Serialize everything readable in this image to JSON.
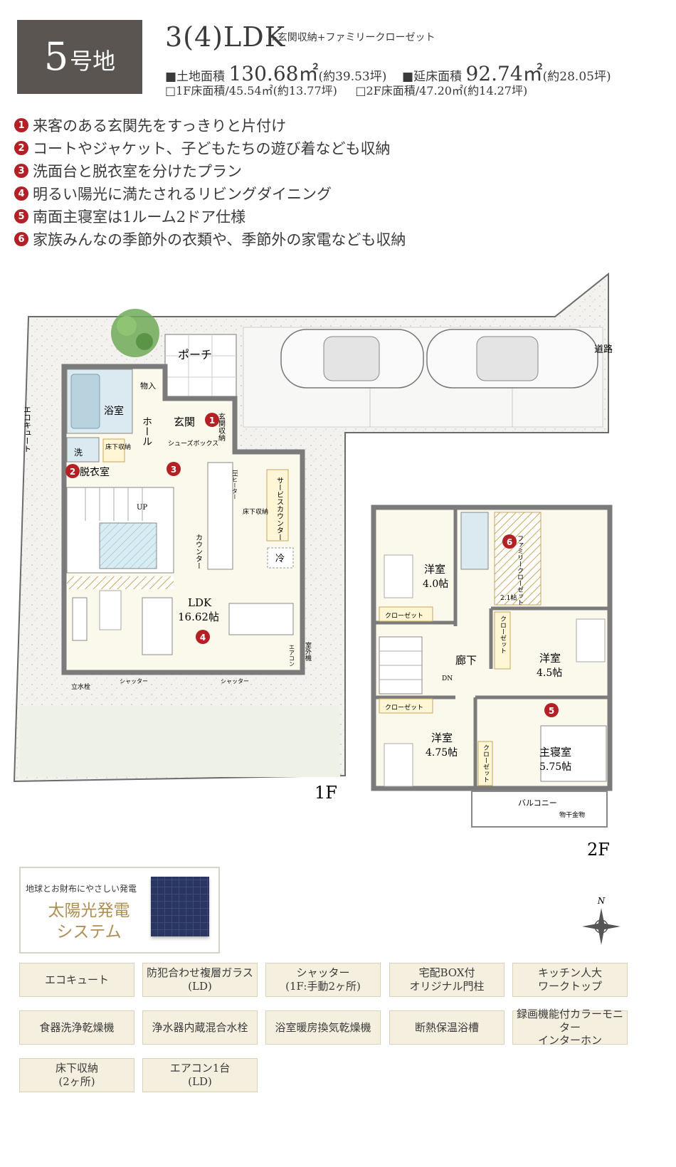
{
  "header": {
    "lot_number": "5",
    "lot_suffix": "号地",
    "layout": "3(4)LDK",
    "layout_extra": "+玄関収納+ファミリークローゼット",
    "land_area_label": "■土地面積",
    "land_area_value": "130.68㎡",
    "land_area_tsubo": "(約39.53坪)",
    "floor_area_label": "■延床面積",
    "floor_area_value": "92.74㎡",
    "floor_area_tsubo": "(約28.05坪)",
    "floor1_area": "□1F床面積/45.54㎡(約13.77坪)",
    "floor2_area": "□2F床面積/47.20㎡(約14.27坪)"
  },
  "features": [
    {
      "num": "1",
      "text": "来客のある玄関先をすっきりと片付け"
    },
    {
      "num": "2",
      "text": "コートやジャケット、子どもたちの遊び着なども収納"
    },
    {
      "num": "3",
      "text": "洗面台と脱衣室を分けたプラン"
    },
    {
      "num": "4",
      "text": "明るい陽光に満たされるリビングダイニング"
    },
    {
      "num": "5",
      "text": "南面主寝室は1ルーム2ドア仕様"
    },
    {
      "num": "6",
      "text": "家族みんなの季節外の衣類や、季節外の家電なども収納"
    }
  ],
  "plan_1f": {
    "floor_label": "1F",
    "road": "道路",
    "porch": "ポーチ",
    "ecocute": "エコキュート",
    "bath": "浴室",
    "storage": "物入",
    "hall": "ホール",
    "entrance": "玄関",
    "entrance_storage": "玄関収納",
    "shoebox": "シューズボックス",
    "wash": "洗",
    "underfloor": "床下収納",
    "dressing": "脱衣室",
    "up": "UP",
    "counter": "カウンター",
    "ih": "IHヒーター",
    "service_counter": "サービスカウンター",
    "underfloor2": "床下収納",
    "fridge": "冷",
    "ldk": "LDK",
    "ldk_size": "16.62帖",
    "aircon": "エアコン",
    "outdoor_unit": "室外機",
    "shutter1": "シャッター",
    "shutter2": "シャッター",
    "faucet": "立水栓",
    "marker1": "1",
    "marker2": "2",
    "marker3": "3",
    "marker4": "4"
  },
  "plan_2f": {
    "floor_label": "2F",
    "room_a": "洋室",
    "room_a_size": "4.0帖",
    "closet_a": "クローゼット",
    "family_closet": "ファミリークローゼット",
    "family_closet_size": "2.1帖",
    "closet_b": "クローゼット",
    "room_b": "洋室",
    "room_b_size": "4.5帖",
    "corridor": "廊下",
    "dn": "DN",
    "closet_c": "クローゼット",
    "room_c": "洋室",
    "room_c_size": "4.75帖",
    "closet_d": "クローゼット",
    "master": "主寝室",
    "master_size": "5.75帖",
    "balcony": "バルコニー",
    "drying": "物干金物",
    "marker5": "5",
    "marker6": "6"
  },
  "compass": "N",
  "solar": {
    "caption": "地球とお財布にやさしい発電",
    "title_1": "太陽光発電",
    "title_2": "システム"
  },
  "equipment": [
    {
      "l1": "エコキュート",
      "l2": ""
    },
    {
      "l1": "防犯合わせ複層ガラス",
      "l2": "(LD)"
    },
    {
      "l1": "シャッター",
      "l2": "(1F:手動2ヶ所)"
    },
    {
      "l1": "宅配BOX付",
      "l2": "オリジナル門柱"
    },
    {
      "l1": "キッチン人大",
      "l2": "ワークトップ"
    },
    {
      "l1": "食器洗浄乾燥機",
      "l2": ""
    },
    {
      "l1": "浄水器内蔵混合水栓",
      "l2": ""
    },
    {
      "l1": "浴室暖房換気乾燥機",
      "l2": ""
    },
    {
      "l1": "断熱保温浴槽",
      "l2": ""
    },
    {
      "l1": "録画機能付カラーモニター",
      "l2": "インターホン"
    },
    {
      "l1": "床下収納",
      "l2": "(2ヶ所)"
    },
    {
      "l1": "エアコン1台",
      "l2": "(LD)"
    }
  ]
}
